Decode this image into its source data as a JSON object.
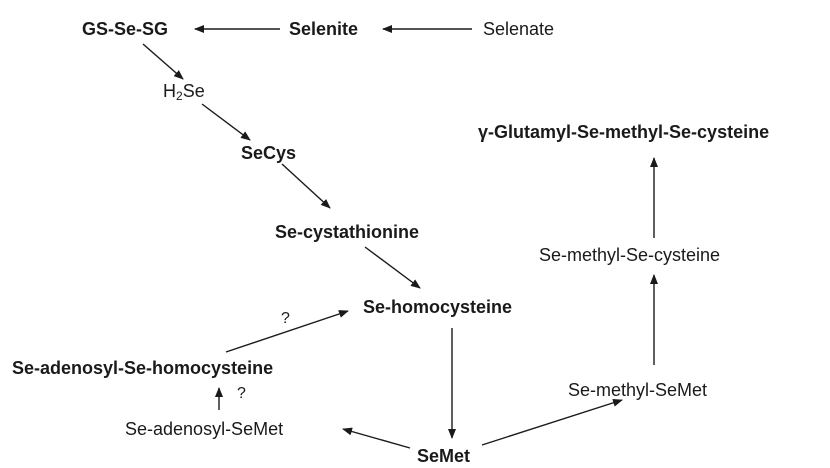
{
  "nodes": {
    "gs_se_sg": "GS-Se-SG",
    "selenite": "Selenite",
    "selenate": "Selenate",
    "h2se_h": "H",
    "h2se_sub": "2",
    "h2se_se": "Se",
    "secys": "SeCys",
    "se_cystathionine": "Se-cystathionine",
    "se_homocysteine": "Se-homocysteine",
    "se_adenosyl_se_homocysteine": "Se-adenosyl-Se-homocysteine",
    "se_adenosyl_semet": "Se-adenosyl-SeMet",
    "semet": "SeMet",
    "se_methyl_semet": "Se-methyl-SeMet",
    "se_methyl_se_cysteine": "Se-methyl-Se-cysteine",
    "gamma_glutamyl": "γ-Glutamyl-Se-methyl-Se-cysteine"
  },
  "annotations": {
    "q_upper": "?",
    "q_lower": "?"
  }
}
